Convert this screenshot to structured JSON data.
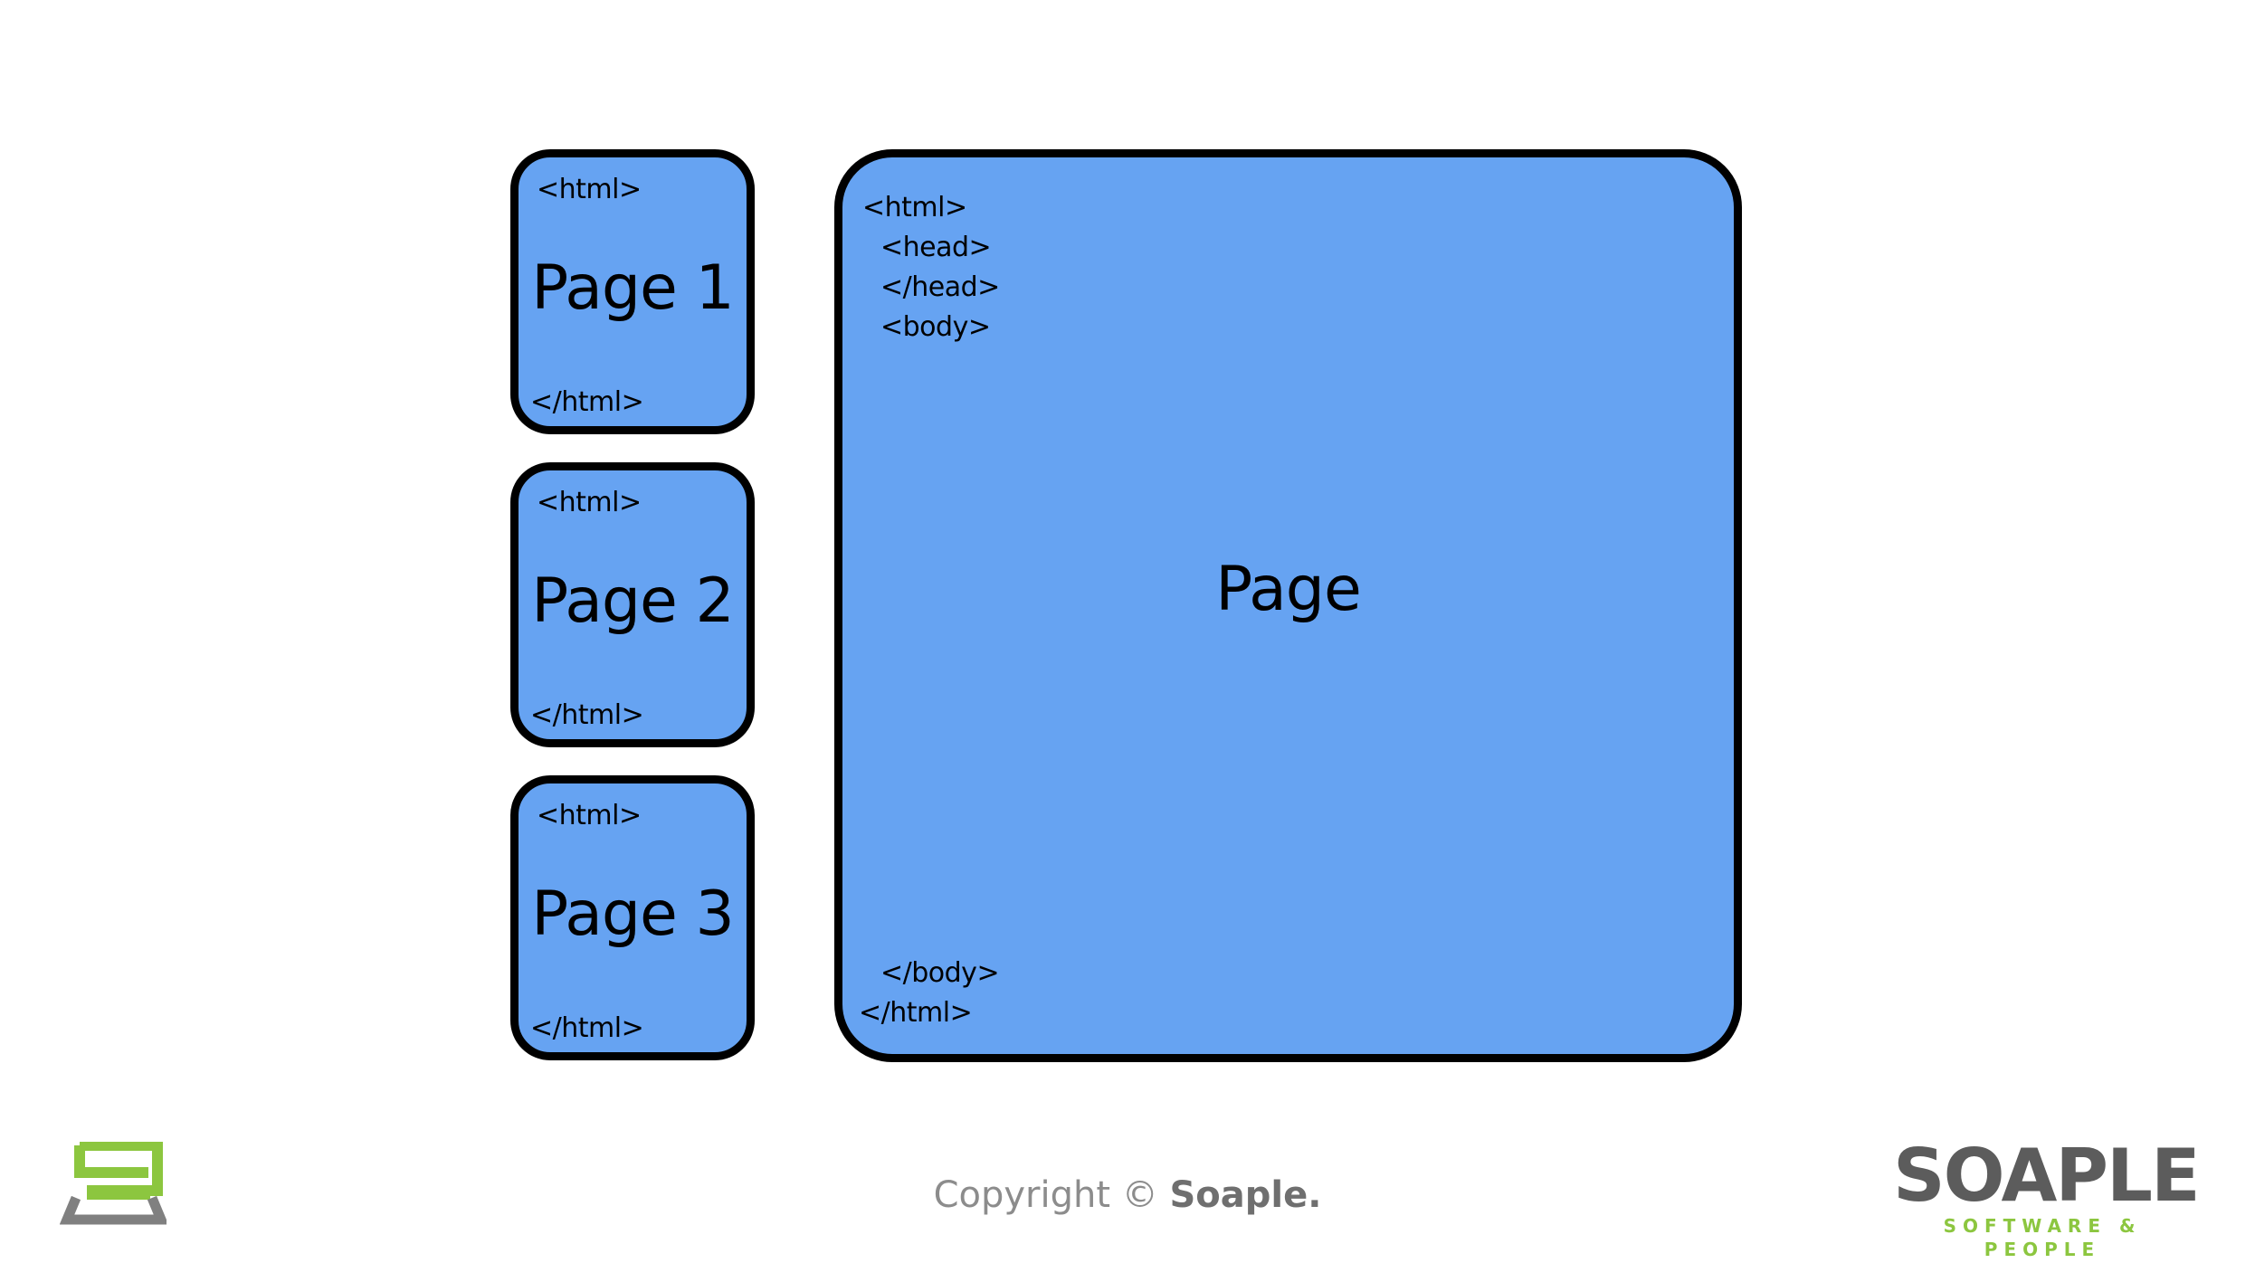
{
  "colors": {
    "card_fill": "#66a3f2",
    "card_border": "#000000",
    "logo_green": "#8cc63f",
    "logo_gray": "#808080"
  },
  "diagram": {
    "small_pages": [
      {
        "open_tag": "<html>",
        "title": "Page 1",
        "close_tag": "</html>"
      },
      {
        "open_tag": "<html>",
        "title": "Page 2",
        "close_tag": "</html>"
      },
      {
        "open_tag": "<html>",
        "title": "Page 3",
        "close_tag": "</html>"
      }
    ],
    "big_page": {
      "html_open": "<html>",
      "head_open": "<head>",
      "head_close": "</head>",
      "body_open": "<body>",
      "title": "Page",
      "body_close": "</body>",
      "html_close": "</html>"
    }
  },
  "footer": {
    "logo_icon": "soaple-s-logo-icon",
    "copyright_prefix": "Copyright © ",
    "copyright_brand": "Soaple.",
    "brand_name": "SOAPLE",
    "brand_tagline": "SOFTWARE & PEOPLE"
  }
}
